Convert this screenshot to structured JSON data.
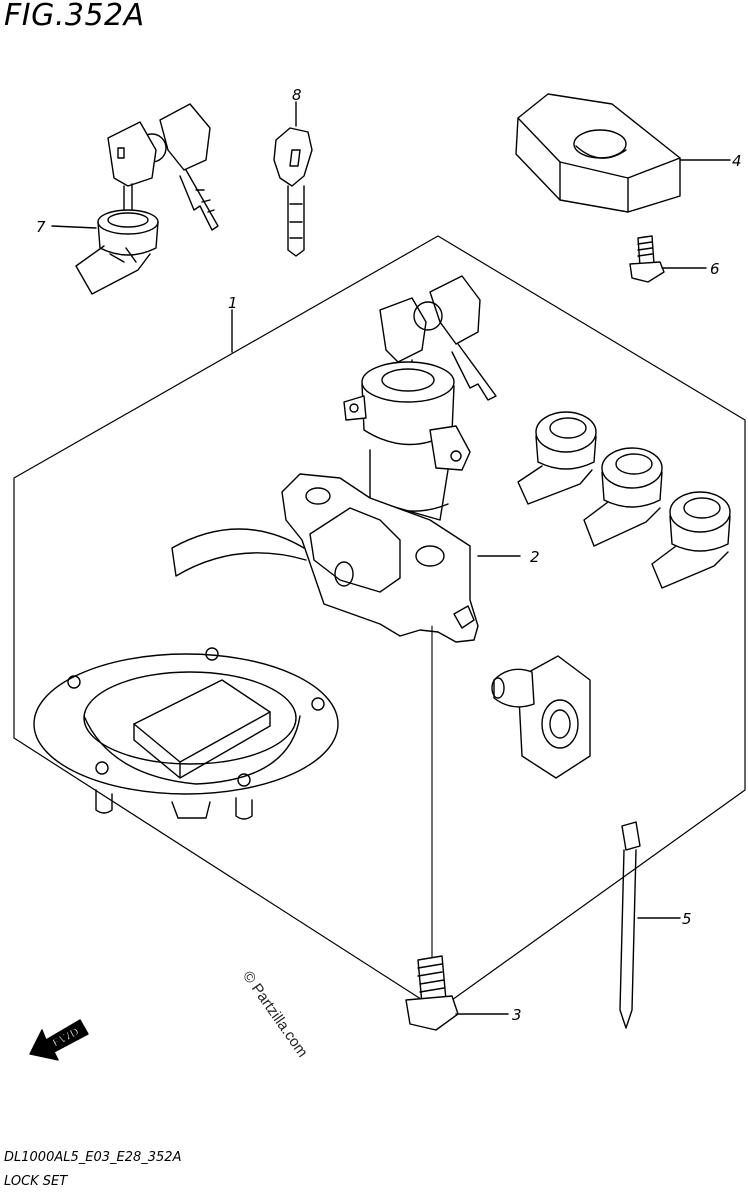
{
  "figure": {
    "title": "FIG.352A",
    "code": "DL1000AL5_E03_E28_352A",
    "name": "LOCK SET",
    "watermark": "© Partzilla.com",
    "direction_label": "FWD"
  },
  "callouts": [
    {
      "number": "1",
      "part": "lock-set-assembly"
    },
    {
      "number": "2",
      "part": "ignition-switch"
    },
    {
      "number": "3",
      "part": "bolt"
    },
    {
      "number": "4",
      "part": "cap"
    },
    {
      "number": "5",
      "part": "cable-tie"
    },
    {
      "number": "6",
      "part": "bolt"
    },
    {
      "number": "7",
      "part": "lock-set"
    },
    {
      "number": "8",
      "part": "blank-key"
    }
  ]
}
